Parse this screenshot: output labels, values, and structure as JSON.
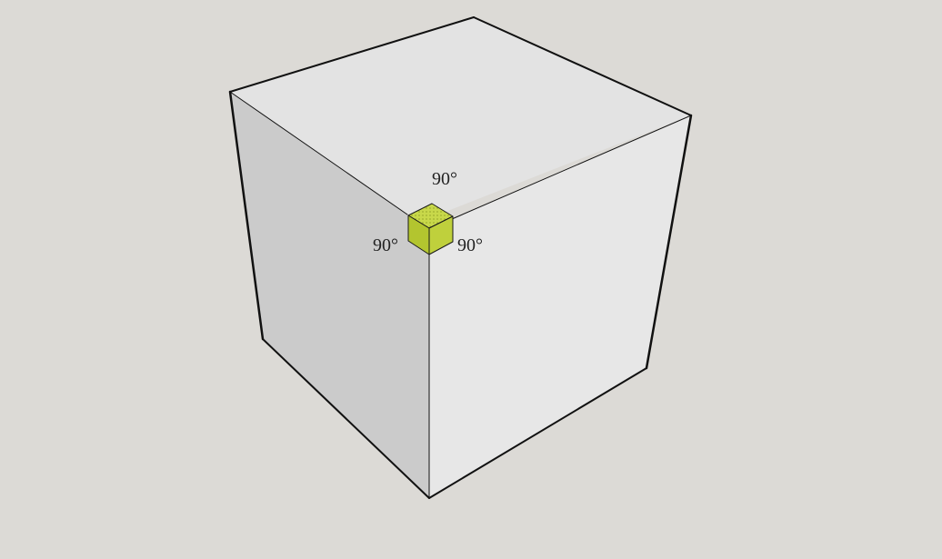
{
  "scene": {
    "background_color": "#dcdad6",
    "cube": {
      "top_face_color": "#e3e3e3",
      "left_face_color": "#cbcbcb",
      "right_face_color": "#e7e7e7",
      "edge_color": "#111111"
    },
    "corner_marker": {
      "icon": "right-angle-cube-icon",
      "top_color": "#c8d84a",
      "left_color": "#b3c52f",
      "right_color": "#bfd03c",
      "outline_color": "#1a1a1a"
    },
    "angle_labels": {
      "top": "90°",
      "left": "90°",
      "right": "90°"
    }
  }
}
